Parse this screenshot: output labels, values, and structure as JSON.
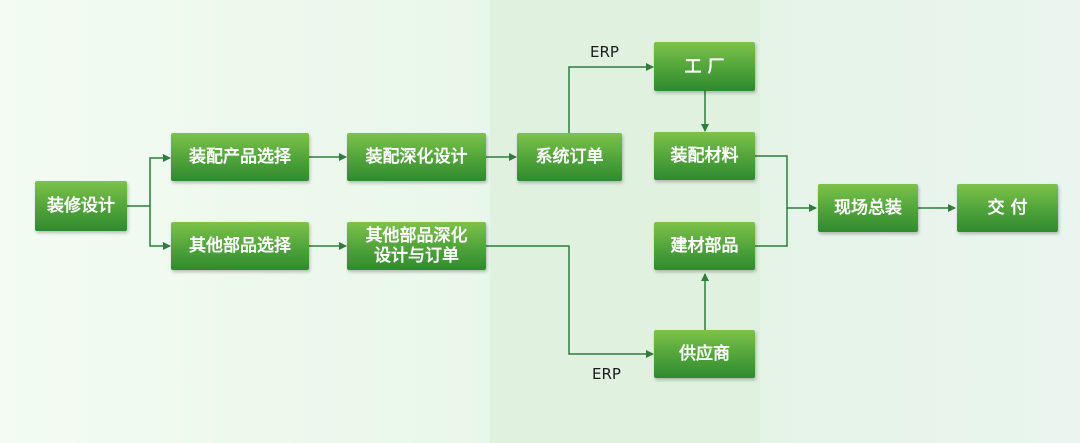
{
  "nodes": {
    "decoration_design": "装修设计",
    "assembly_product_select": "装配产品选择",
    "other_parts_select": "其他部品选择",
    "assembly_deep_design": "装配深化设计",
    "other_parts_deep_design_line1": "其他部品深化",
    "other_parts_deep_design_line2": "设计与订单",
    "system_order": "系统订单",
    "factory": "工 厂",
    "assembly_material": "装配材料",
    "building_parts": "建材部品",
    "supplier": "供应商",
    "onsite_assembly": "现场总装",
    "delivery": "交 付"
  },
  "edge_labels": {
    "erp_top": "ERP",
    "erp_bottom": "ERP"
  },
  "colors": {
    "box_top": "#7dc24a",
    "box_bottom": "#2f8a2f",
    "line": "#2e7d3c"
  }
}
